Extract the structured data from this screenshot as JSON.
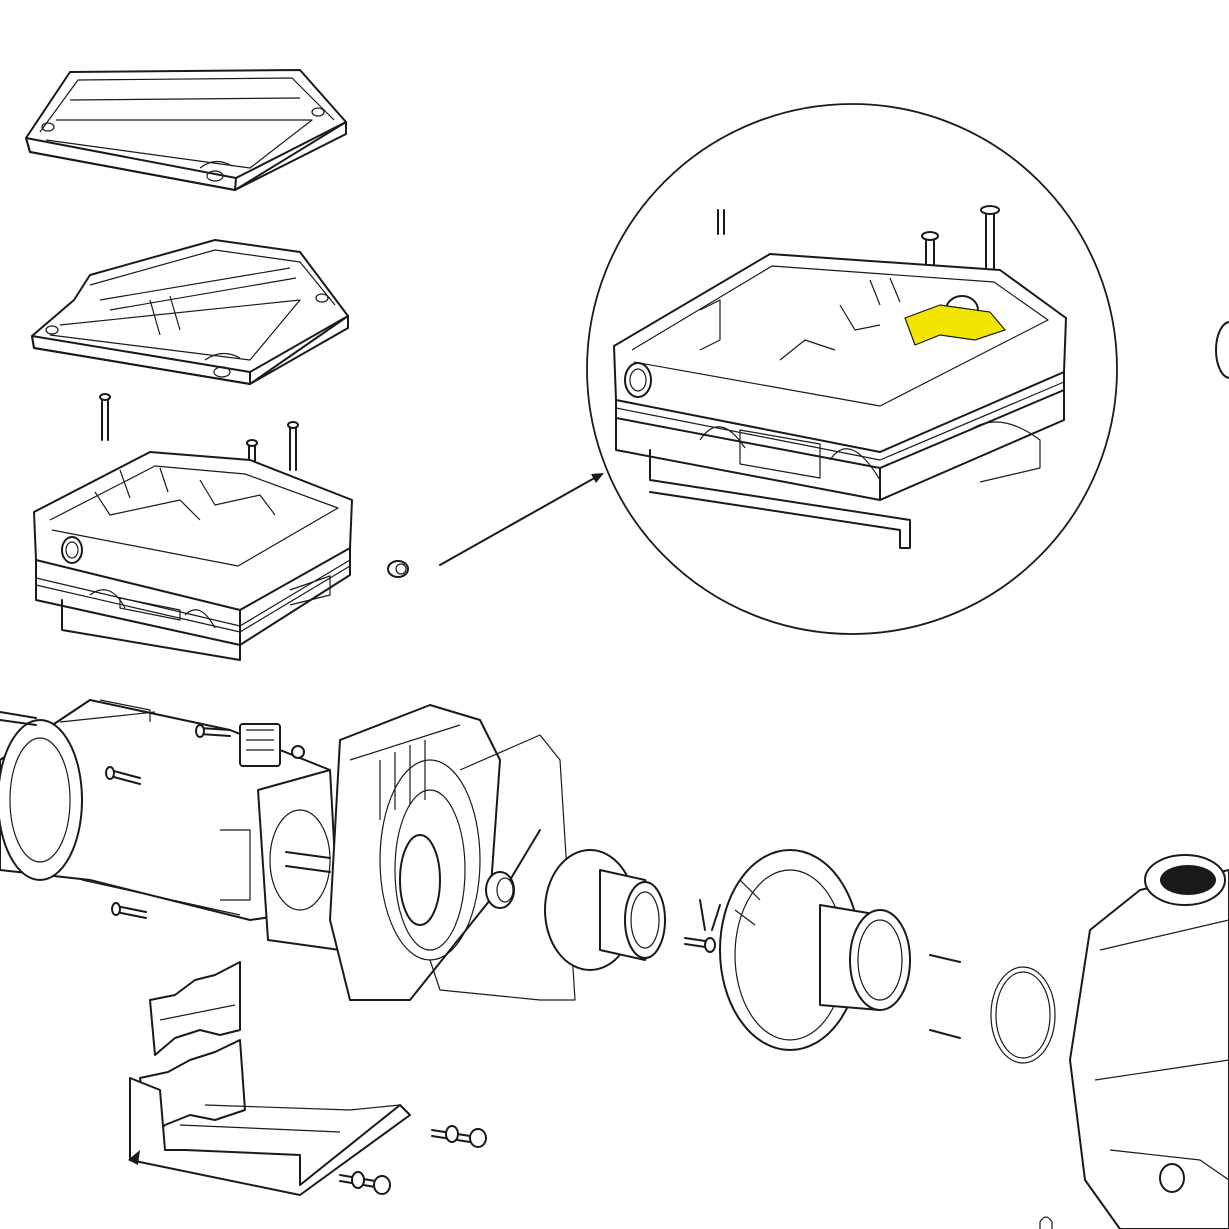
{
  "diagram": {
    "type": "exploded-parts-view",
    "colors": {
      "line": "#1a1a1a",
      "background": "#ffffff",
      "highlight": "#f2e600",
      "watermark": "#c9d3e4"
    },
    "parts": [
      "top-cover",
      "inner-cover",
      "screws",
      "terminal-box",
      "plug",
      "motor",
      "motor-bracket",
      "seal-plate",
      "o-ring-gasket",
      "shaft-seal",
      "impeller",
      "impeller-screw",
      "diffuser",
      "pins",
      "housing-o-ring",
      "pump-housing",
      "motor-supports",
      "base",
      "bolts-and-nuts"
    ],
    "callout": {
      "detail": "terminal-box-zoom",
      "highlighted_part": "yellow-terminal-component"
    },
    "watermark": {
      "line1": "",
      "line2": ""
    }
  }
}
